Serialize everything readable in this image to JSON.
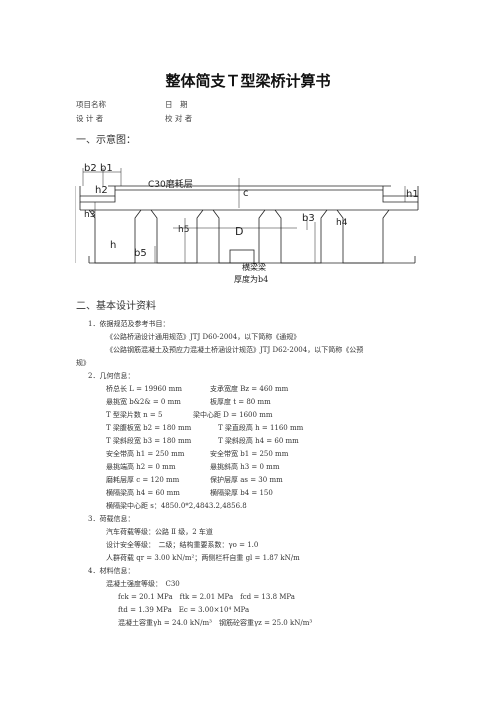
{
  "title": "整体简支Ｔ型梁桥计算书",
  "meta": {
    "project_name": "项目名称",
    "date": "日　期",
    "designer": "设 计 者",
    "checker": "校 对 者"
  },
  "sec1": {
    "heading": "一、示意图："
  },
  "diagram_labels": {
    "b2": "b2",
    "b1": "b1",
    "c30": "C30磨耗层",
    "h2": "h2",
    "h3": "h3",
    "h": "h",
    "h5": "h5",
    "b5": "b5",
    "c": "c",
    "D": "D",
    "h1": "h1",
    "b3": "b3",
    "h4": "h4",
    "b4_1": "横梁梁",
    "b4_2": "厚度为b4"
  },
  "sec2": {
    "heading": "二、基本设计资料",
    "item1_title": "1．依据规范及参考书目：",
    "item1_a": "《公路桥涵设计通用规范》JTJ D60-2004，以下简称《通规》",
    "item1_b": "《公路钢筋混凝土及预应力混凝土桥涵设计规范》JTJ D62-2004，以下简称《公预",
    "item1_b2": "规》",
    "item2_title": "2．几何信息：",
    "g_l1_a": "桥总长 L = 19960 mm",
    "g_l1_b": "支承宽度 Bz = 460 mm",
    "g_l2_a": "悬挑宽 b&2& = 0 mm",
    "g_l2_b": "板厚度 t = 80 mm",
    "g_l3_a": "T 型梁片数 n = 5",
    "g_l3_b": "梁中心距 D = 1600 mm",
    "g_l4_a": "T 梁腹板宽 b2 = 180 mm",
    "g_l4_b": "T 梁直段高 h = 1160 mm",
    "g_l5_a": "T 梁斜段宽 b3 = 180 mm",
    "g_l5_b": "T 梁斜段高 h4 = 60 mm",
    "g_l6_a": "安全带高 h1 = 250 mm",
    "g_l6_b": "安全带宽 b1 = 250 mm",
    "g_l7_a": "悬挑端高 h2 = 0 mm",
    "g_l7_b": "悬挑斜高 h3 = 0 mm",
    "g_l8_a": "磨耗层厚 c = 120 mm",
    "g_l8_b": "保护层厚 as = 30 mm",
    "g_l9_a": "横隔梁高 h4 = 60 mm",
    "g_l9_b": "横隔梁厚 b4 = 150",
    "g_l10": "横隔梁中心距 s：4850.0*2,4843.2,4856.8",
    "item3_title": "3．荷载信息：",
    "load1": "汽车荷载等级：公路 Ⅱ 级，2 车道",
    "load2": "设计安全等级：　二级；结构重要系数：γo = 1.0",
    "load3": "人群荷载 qr = 3.00 kN/m²；两侧栏杆自重 gl = 1.87 kN/m",
    "item4_title": "4．材料信息：",
    "mat1": "混凝土强度等级：　C30",
    "mat2": "fck = 20.1 MPa　ftk = 2.01 MPa　fcd = 13.8 MPa",
    "mat3": "ftd = 1.39 MPa　Ec = 3.00×10⁴ MPa",
    "mat4": "混凝土容重γh = 24.0 kN/m³　钢筋砼容重γz = 25.0 kN/m³"
  }
}
